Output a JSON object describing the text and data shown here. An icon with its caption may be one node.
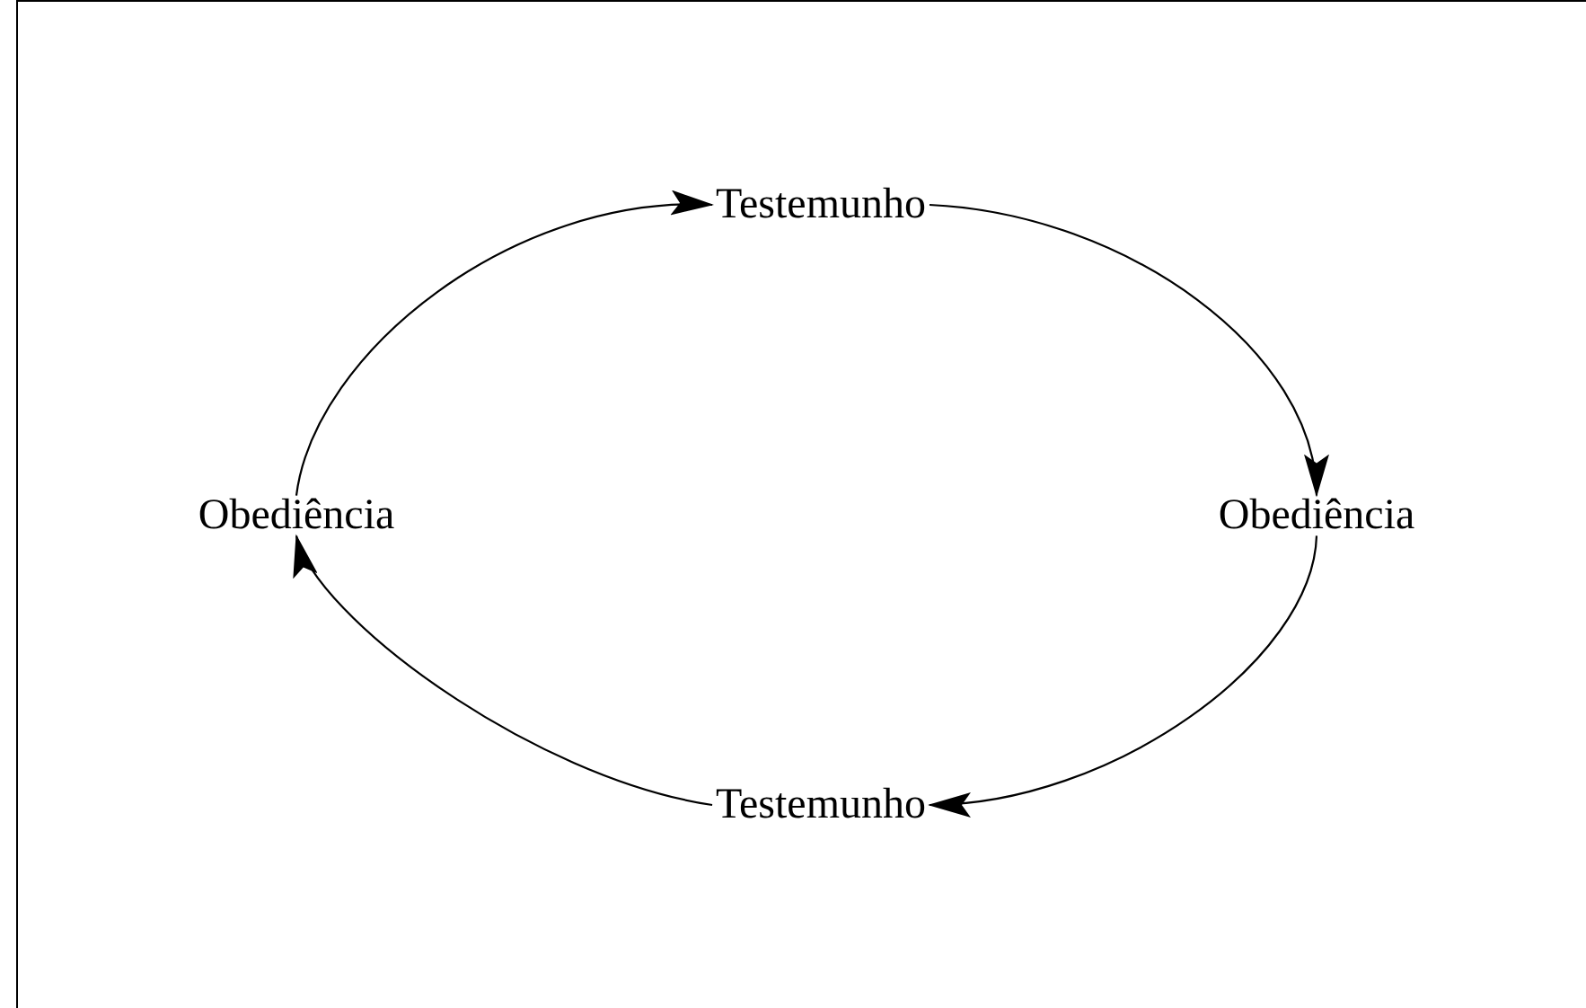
{
  "diagram": {
    "nodes": [
      {
        "text": [
          "Testemunho"
        ]
      },
      {
        "text": [
          "Obediência"
        ]
      },
      {
        "text": [
          "Testemunho"
        ]
      },
      {
        "text": [
          "Obediência"
        ]
      }
    ],
    "edges": [
      {
        "from": 0,
        "to": 1,
        "arrow": "to"
      },
      {
        "from": 1,
        "to": 2,
        "arrow": "to"
      },
      {
        "from": 2,
        "to": 3,
        "arrow": "to"
      },
      {
        "from": 3,
        "to": 0,
        "arrow": "to"
      }
    ]
  }
}
